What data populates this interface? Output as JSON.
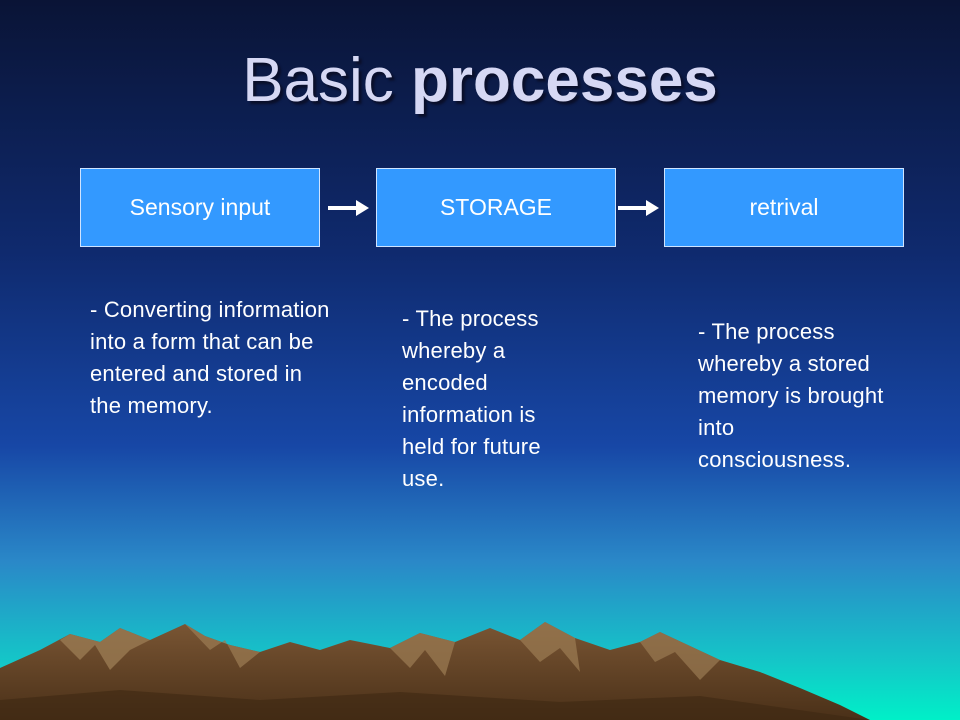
{
  "slide": {
    "title_regular": "Basic ",
    "title_bold": "processes"
  },
  "steps": [
    {
      "label": "Sensory input",
      "description": "- Converting information into a form that can be entered and stored in the memory."
    },
    {
      "label": "STORAGE",
      "description": "- The process whereby a encoded information is held for future use."
    },
    {
      "label": "retrival",
      "description": "- The process whereby a stored memory is brought into consciousness."
    }
  ],
  "colors": {
    "box_fill": "#3399ff",
    "sky_top": "#0a1436",
    "sky_bottom": "#00e0c0",
    "mountain": "#6b4a2a"
  }
}
